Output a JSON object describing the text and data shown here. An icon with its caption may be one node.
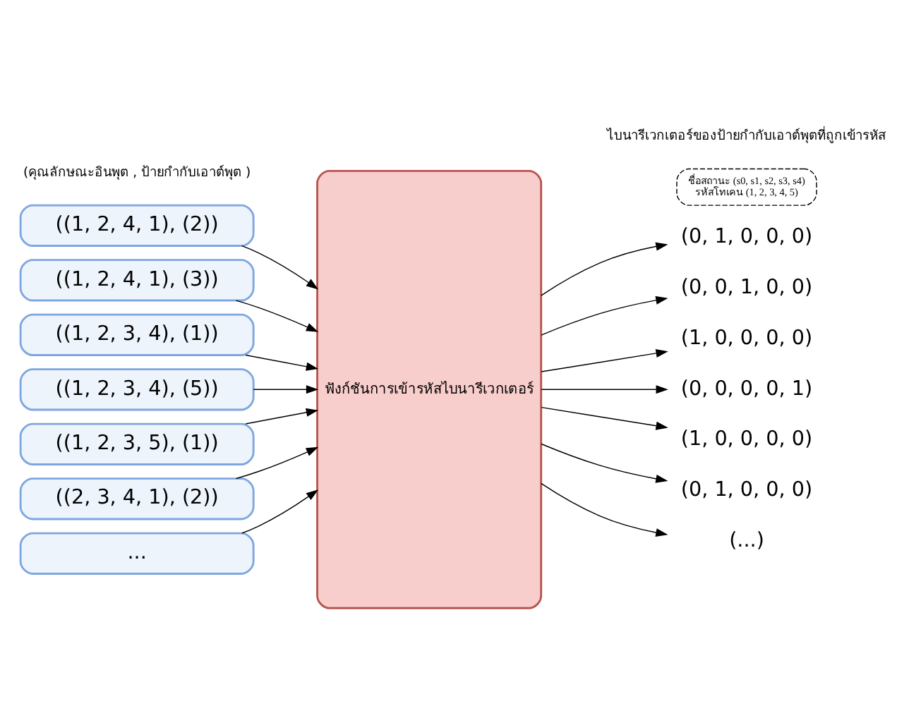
{
  "diagram": {
    "nodes": [
      {
        "text": [
          "((1, 2, 4, 1), (2))"
        ]
      },
      {
        "text": [
          "((1, 2, 4, 1), (3))"
        ]
      },
      {
        "text": [
          "((1, 2, 3, 4), (1))"
        ]
      },
      {
        "text": [
          "((1, 2, 3, 4), (5))"
        ]
      },
      {
        "text": [
          "((1, 2, 3, 5), (1))"
        ]
      },
      {
        "text": [
          "((2, 3, 4, 1), (2))"
        ]
      },
      {
        "text": [
          "..."
        ]
      },
      {
        "text": [
          "ฟังก์ชันการเข้ารหัสไบนารีเวกเตอร์"
        ]
      },
      {
        "text": [
          "ชื่อสถานะ (s0, s1, s2, s3, s4)",
          "รหัสโทเคน (1, 2, 3, 4, 5)"
        ]
      },
      {
        "text": [
          "(0, 1, 0, 0, 0)"
        ]
      },
      {
        "text": [
          "(0, 0, 1, 0, 0)"
        ]
      },
      {
        "text": [
          "(1, 0, 0, 0, 0)"
        ]
      },
      {
        "text": [
          "(0, 0, 0, 0, 1)"
        ]
      },
      {
        "text": [
          "(1, 0, 0, 0, 0)"
        ]
      },
      {
        "text": [
          "(0, 1, 0, 0, 0)"
        ]
      },
      {
        "text": [
          "(...)"
        ]
      }
    ],
    "edges": [
      {
        "from": 0,
        "to": 7,
        "arrow": "to"
      },
      {
        "from": 1,
        "to": 7,
        "arrow": "to"
      },
      {
        "from": 2,
        "to": 7,
        "arrow": "to"
      },
      {
        "from": 3,
        "to": 7,
        "arrow": "to"
      },
      {
        "from": 4,
        "to": 7,
        "arrow": "to"
      },
      {
        "from": 5,
        "to": 7,
        "arrow": "to"
      },
      {
        "from": 6,
        "to": 7,
        "arrow": "to"
      },
      {
        "from": 7,
        "to": 9,
        "arrow": "to"
      },
      {
        "from": 7,
        "to": 10,
        "arrow": "to"
      },
      {
        "from": 7,
        "to": 11,
        "arrow": "to"
      },
      {
        "from": 7,
        "to": 12,
        "arrow": "to"
      },
      {
        "from": 7,
        "to": 13,
        "arrow": "to"
      },
      {
        "from": 7,
        "to": 14,
        "arrow": "to"
      },
      {
        "from": 7,
        "to": 15,
        "arrow": "to"
      }
    ],
    "labels": [
      "ไบนารีเวกเตอร์ของป้ายกำกับเอาต์พุตที่ถูกเข้ารหัส",
      "(คุณลักษณะอินพุต , ป้ายกำกับเอาต์พุต )"
    ]
  }
}
